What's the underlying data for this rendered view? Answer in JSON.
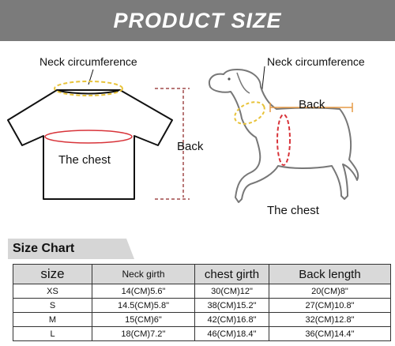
{
  "banner": {
    "title": "PRODUCT SIZE"
  },
  "shirt": {
    "neck_label": "Neck circumference",
    "chest_label": "The chest",
    "back_label": "Back"
  },
  "dog": {
    "neck_label": "Neck circumference",
    "back_label": "Back",
    "chest_label": "The chest"
  },
  "colors": {
    "banner": "#7b7b7b",
    "neck_marker": "#e8c33a",
    "chest_marker": "#d8343a",
    "back_marker": "#e69a46",
    "back_dashed": "#a04a4a",
    "table_header": "#d9d9d9",
    "section_header": "#d6d6d6"
  },
  "size_chart": {
    "title": "Size Chart",
    "headers": {
      "size": "size",
      "neck": "Neck girth",
      "chest": "chest girth",
      "back": "Back length"
    },
    "rows": [
      {
        "size": "XS",
        "neck": "14(CM)5.6\"",
        "chest": "30(CM)12\"",
        "back": "20(CM)8\""
      },
      {
        "size": "S",
        "neck": "14.5(CM)5.8\"",
        "chest": "38(CM)15.2\"",
        "back": "27(CM)10.8\""
      },
      {
        "size": "M",
        "neck": "15(CM)6\"",
        "chest": "42(CM)16.8\"",
        "back": "32(CM)12.8\""
      },
      {
        "size": "L",
        "neck": "18(CM)7.2''",
        "chest": "46(CM)18.4''",
        "back": "36(CM)14.4''"
      }
    ]
  }
}
